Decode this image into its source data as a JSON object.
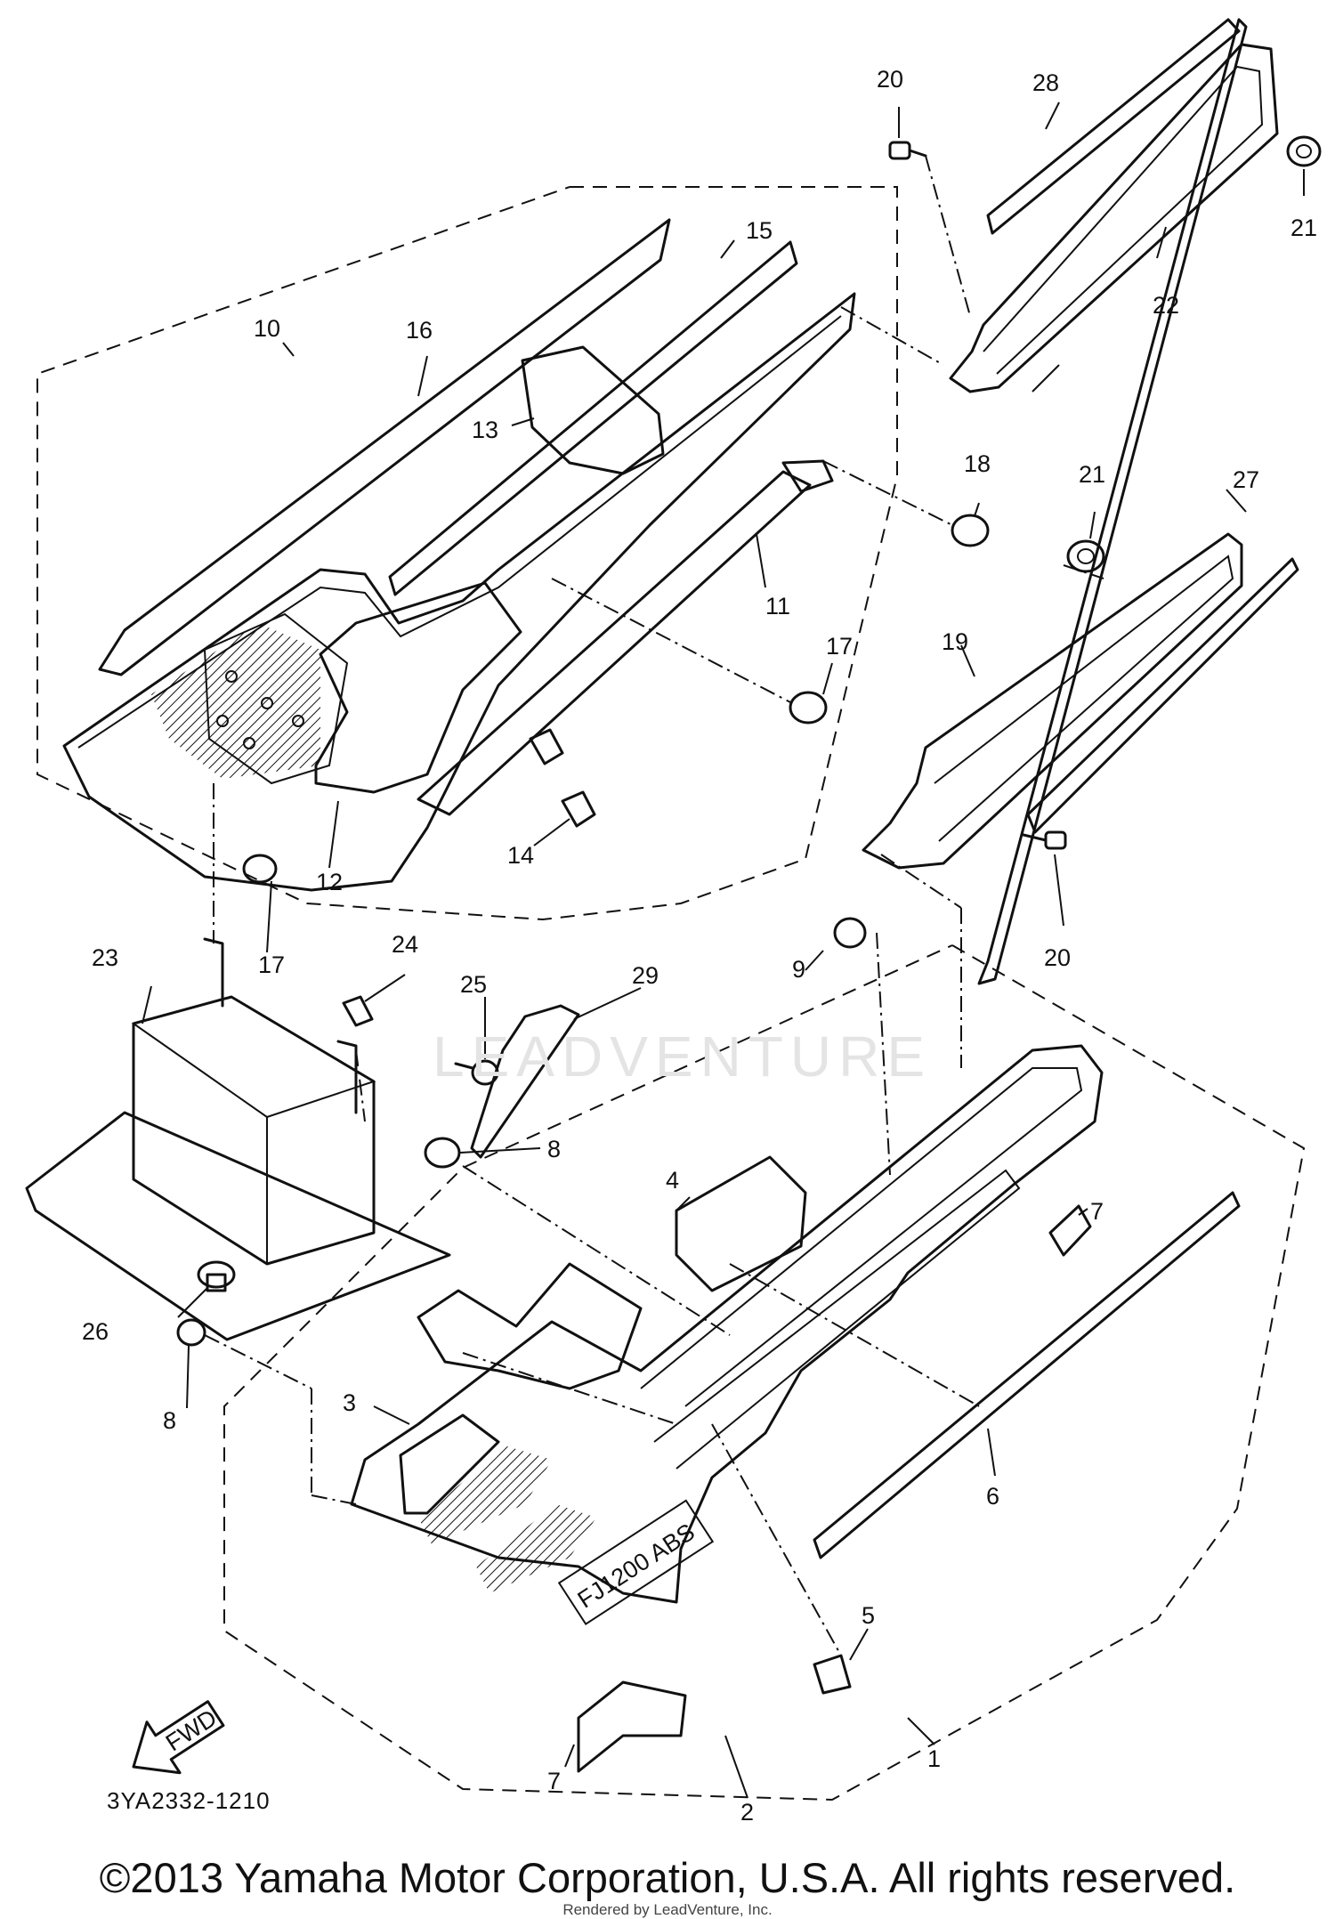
{
  "diagram": {
    "code": "3YA2332-1210",
    "copyright": "©2013 Yamaha Motor Corporation, U.S.A. All rights reserved.",
    "rendered_by": "Rendered by LeadVenture, Inc.",
    "watermark": "LEADVENTURE",
    "fwd_label": "FWD",
    "emblem_text": "FJ1200 ABS",
    "callouts": [
      "1",
      "2",
      "3",
      "4",
      "5",
      "6",
      "7",
      "7",
      "8",
      "8",
      "9",
      "10",
      "11",
      "12",
      "13",
      "14",
      "15",
      "16",
      "17",
      "17",
      "18",
      "19",
      "20",
      "20",
      "21",
      "21",
      "22",
      "23",
      "24",
      "25",
      "26",
      "27",
      "28",
      "29"
    ]
  }
}
